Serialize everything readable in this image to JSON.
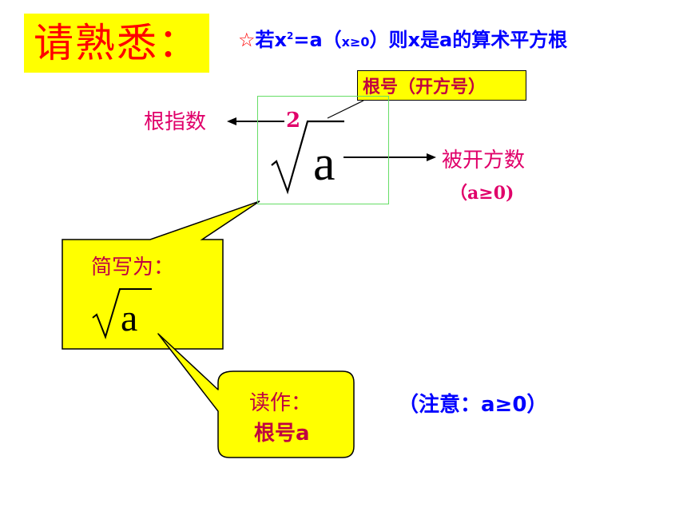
{
  "title": "请熟悉：",
  "definition": {
    "star": "☆",
    "text_before_sup": "若x",
    "sup": "2",
    "text_mid": "=a（",
    "condition": "x≥0",
    "text_after": "）则x是a的算术平方根"
  },
  "diagram": {
    "radical_sign_label": "根号（开方号）",
    "index_label": "根指数",
    "index_value": "2",
    "radicand_symbol": "a",
    "radicand_label": "被开方数",
    "radicand_condition": "（a≥0)"
  },
  "simplified_callout": {
    "heading": "简写为：",
    "symbol": "a"
  },
  "reading_callout": {
    "label": "读作：",
    "text": "根号a"
  },
  "note": "（注意：a≥0）",
  "colors": {
    "title_bg": "#ffff00",
    "title_text": "#ff0000",
    "definition_text": "#0000ff",
    "label_text": "#e0006a",
    "callout_bg": "#ffff00",
    "green_frame": "#66dd66"
  }
}
